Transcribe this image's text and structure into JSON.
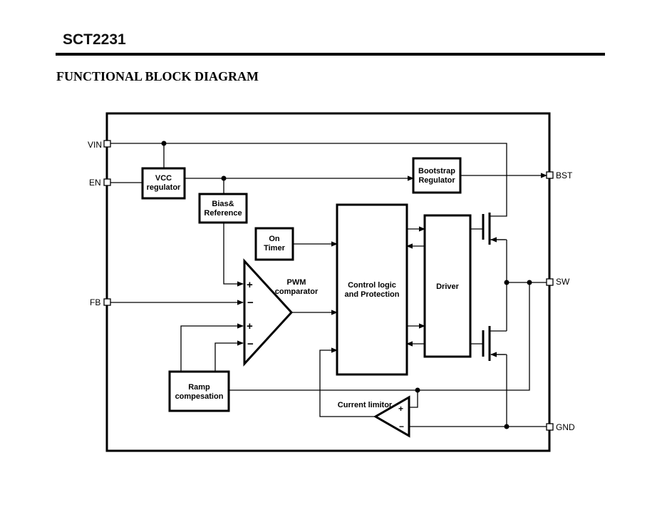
{
  "header": {
    "part_number": "SCT2231",
    "section_title": "FUNCTIONAL BLOCK DIAGRAM"
  },
  "pins": {
    "vin": "VIN",
    "en": "EN",
    "fb": "FB",
    "bst": "BST",
    "sw": "SW",
    "gnd": "GND"
  },
  "blocks": {
    "vcc_regulator": [
      "VCC",
      "regulator"
    ],
    "bias_reference": [
      "Bias&",
      "Reference"
    ],
    "on_timer": [
      "On",
      "Timer"
    ],
    "pwm_comparator": [
      "PWM",
      "comparator"
    ],
    "control_logic": [
      "Control logic",
      "and Protection"
    ],
    "driver": "Driver",
    "bootstrap_regulator": [
      "Bootstrap",
      "Regulator"
    ],
    "ramp_compensation": [
      "Ramp",
      "compesation"
    ],
    "current_limitor": "Current limitor"
  },
  "signs": {
    "plus": "+",
    "minus": "−"
  }
}
